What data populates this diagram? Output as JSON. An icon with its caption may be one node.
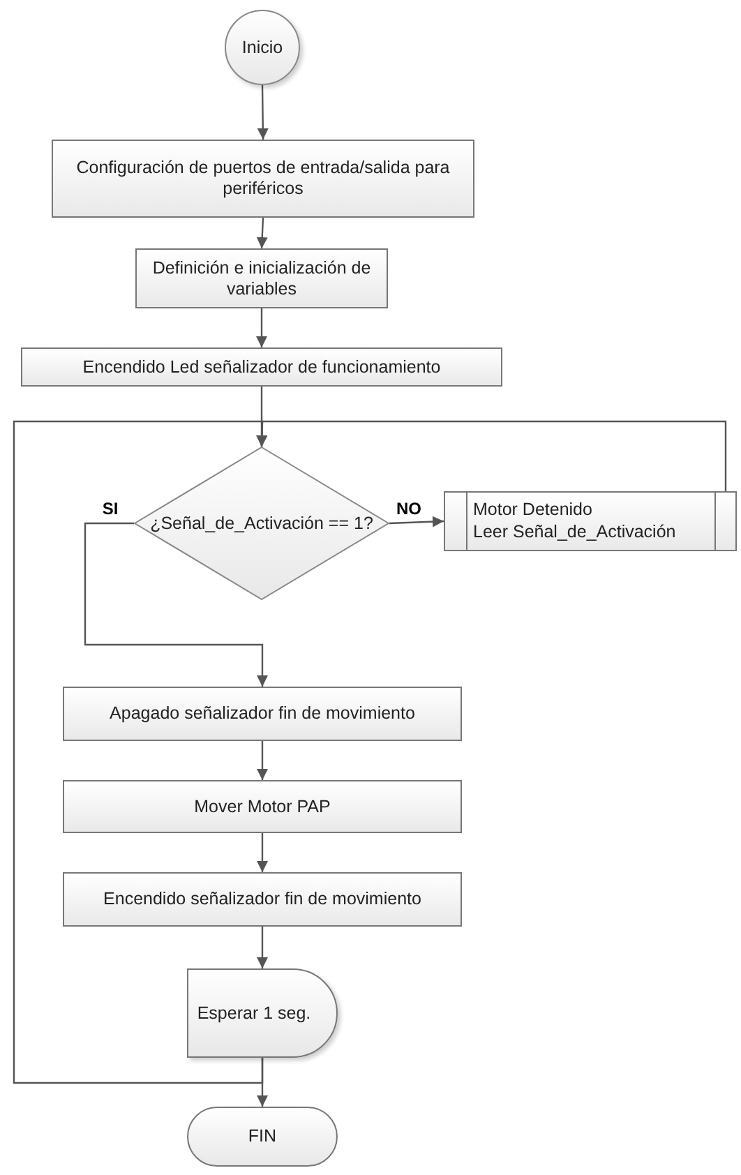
{
  "diagram": {
    "nodes": [
      {
        "text": [
          "Inicio"
        ]
      },
      {
        "text": [
          "Configuración de puertos de entrada/salida para periféricos"
        ]
      },
      {
        "text": [
          "Definición e inicialización de variables"
        ]
      },
      {
        "text": [
          "Encendido Led señalizador de funcionamiento"
        ]
      },
      {
        "text": [
          "¿Señal_de_Activación == 1?"
        ]
      },
      {
        "text": [
          "Motor Detenido",
          "Leer Señal_de_Activación"
        ]
      },
      {
        "text": [
          "Apagado señalizador fin de movimiento"
        ]
      },
      {
        "text": [
          "Mover Motor PAP"
        ]
      },
      {
        "text": [
          "Encendido señalizador fin de movimiento"
        ]
      },
      {
        "text": [
          "Esperar 1 seg."
        ]
      },
      {
        "text": [
          "FIN"
        ]
      }
    ],
    "edges": [
      {
        "from": 0,
        "to": 1,
        "arrow": "to"
      },
      {
        "from": 1,
        "to": 2,
        "arrow": "to"
      },
      {
        "from": 2,
        "to": 3,
        "arrow": "to"
      },
      {
        "from": 3,
        "to": 4,
        "arrow": "to"
      },
      {
        "from": 4,
        "to": 5,
        "arrow": "to",
        "label": "NO"
      },
      {
        "from": 4,
        "to": 6,
        "arrow": "to",
        "label": "SI"
      },
      {
        "from": 6,
        "to": 7,
        "arrow": "to"
      },
      {
        "from": 7,
        "to": 8,
        "arrow": "to"
      },
      {
        "from": 8,
        "to": 9,
        "arrow": "to"
      },
      {
        "from": 9,
        "to": 10,
        "arrow": "to"
      },
      {
        "from": 9,
        "to": 4,
        "arrow": "to"
      },
      {
        "from": 5,
        "to": 4,
        "arrow": "to"
      }
    ]
  }
}
